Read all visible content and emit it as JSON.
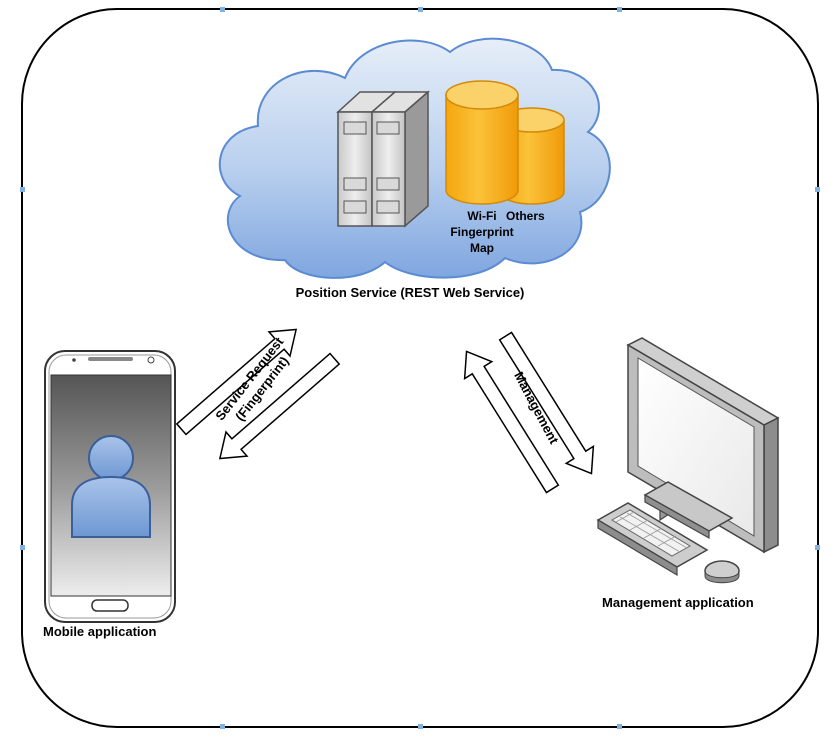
{
  "diagram": {
    "cloud": {
      "label": "Position Service (REST Web Service)",
      "server_icon": "server-rack-icon",
      "databases": [
        {
          "label_lines": [
            "Wi-Fi",
            "Fingerprint",
            "Map"
          ]
        },
        {
          "label_lines": [
            "Others"
          ]
        }
      ]
    },
    "mobile": {
      "label": "Mobile application",
      "icon": "smartphone-icon"
    },
    "management": {
      "label": "Management application",
      "icon": "desktop-computer-icon"
    },
    "connections": [
      {
        "label_lines": [
          "Service Request",
          "(Fingerprint)"
        ],
        "between": "mobile-cloud"
      },
      {
        "label_lines": [
          "Management"
        ],
        "between": "management-cloud"
      }
    ],
    "colors": {
      "cloud_fill_top": "#dbe7f5",
      "cloud_fill_bottom": "#86aee2",
      "database_fill": "#f7b21b",
      "person_fill": "#7ea6dc",
      "frame_stroke": "#000000"
    }
  }
}
